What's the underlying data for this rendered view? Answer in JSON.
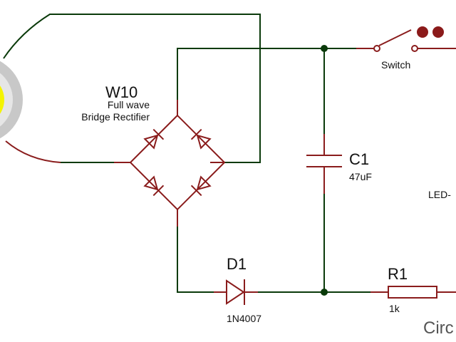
{
  "labels": {
    "rectifier_name": "W10",
    "rectifier_desc_1": "Full wave",
    "rectifier_desc_2": "Bridge Rectifier",
    "capacitor_name": "C1",
    "capacitor_value": "47uF",
    "diode_name": "D1",
    "diode_value": "1N4007",
    "resistor_name": "R1",
    "resistor_value": "1k",
    "switch_name": "Switch",
    "led_partial": "LED-",
    "watermark_partial": "Circ"
  },
  "colors": {
    "wire": "#0a3a0a",
    "component": "#8a1c1c",
    "junction": "#0a3a0a",
    "switch_knobs": "#8b1a1a",
    "bulb_glow": "#f4f400",
    "bulb_shell": "#c8c8c8"
  }
}
